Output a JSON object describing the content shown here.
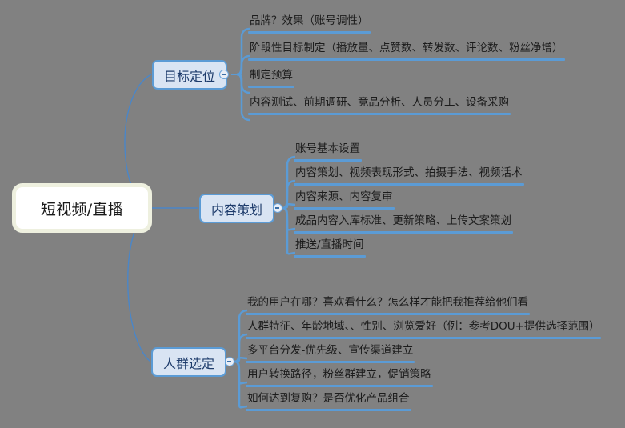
{
  "canvas": {
    "background_color": "#818181",
    "accent_color": "#5b9bd5",
    "node_fill_color": "#d9e4f3",
    "root_fill_color": "#ffffff",
    "root_border_color": "#eef0df"
  },
  "root": {
    "label": "短视频/直播"
  },
  "branches": [
    {
      "label": "目标定位",
      "toggle_icon": "collapse-minus-icon",
      "children": [
        {
          "label": "品牌？效果（账号调性）"
        },
        {
          "label": "阶段性目标制定（播放量、点赞数、转发数、评论数、粉丝净增）"
        },
        {
          "label": "制定预算"
        },
        {
          "label": "内容测试、前期调研、竞品分析、人员分工、设备采购"
        }
      ]
    },
    {
      "label": "内容策划",
      "toggle_icon": "collapse-minus-icon",
      "children": [
        {
          "label": "账号基本设置"
        },
        {
          "label": "内容策划、视频表现形式、拍摄手法、视频话术"
        },
        {
          "label": "内容来源、内容复审"
        },
        {
          "label": "成品内容入库标准、更新策略、上传文案策划"
        },
        {
          "label": "推送/直播时间"
        }
      ]
    },
    {
      "label": "人群选定",
      "toggle_icon": "collapse-minus-icon",
      "children": [
        {
          "label": "我的用户在哪？喜欢看什么？怎么样才能把我推荐给他们看"
        },
        {
          "label": "人群特征、年龄地域、、性别、浏览爱好（例：参考DOU+提供选择范围）"
        },
        {
          "label": "多平台分发-优先级、宣传渠道建立"
        },
        {
          "label": "用户转换路径，粉丝群建立，促销策略"
        },
        {
          "label": "如何达到复购？是否优化产品组合"
        }
      ]
    }
  ]
}
